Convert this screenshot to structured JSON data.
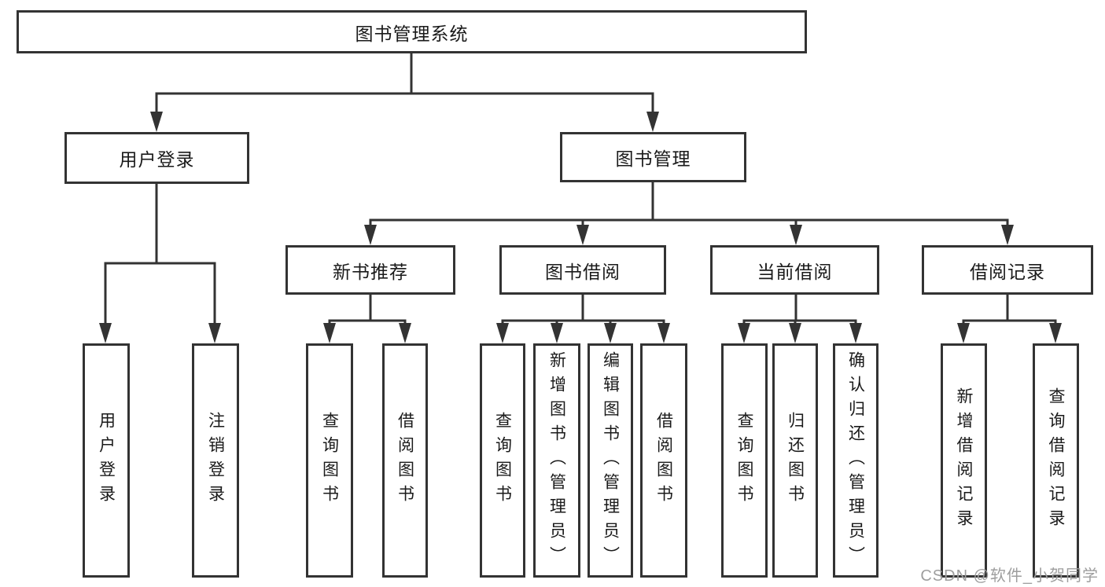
{
  "diagram": {
    "tree": {
      "root": {
        "label": "图书管理系统",
        "children": [
          {
            "label": "用户登录",
            "children": [
              {
                "label": "用户登录"
              },
              {
                "label": "注销登录"
              }
            ]
          },
          {
            "label": "图书管理",
            "children": [
              {
                "label": "新书推荐",
                "children": [
                  {
                    "label": "查询图书"
                  },
                  {
                    "label": "借阅图书"
                  }
                ]
              },
              {
                "label": "图书借阅",
                "children": [
                  {
                    "label": "查询图书"
                  },
                  {
                    "label": "新增图书（管理员）"
                  },
                  {
                    "label": "编辑图书（管理员）"
                  },
                  {
                    "label": "借阅图书"
                  }
                ]
              },
              {
                "label": "当前借阅",
                "children": [
                  {
                    "label": "查询图书"
                  },
                  {
                    "label": "归还图书"
                  },
                  {
                    "label": "确认归还（管理员）"
                  }
                ]
              },
              {
                "label": "借阅记录",
                "children": [
                  {
                    "label": "新增借阅记录"
                  },
                  {
                    "label": "查询借阅记录"
                  }
                ]
              }
            ]
          }
        ]
      }
    },
    "line_color": "#333333",
    "watermark": "CSDN @软件_小贺同学"
  }
}
